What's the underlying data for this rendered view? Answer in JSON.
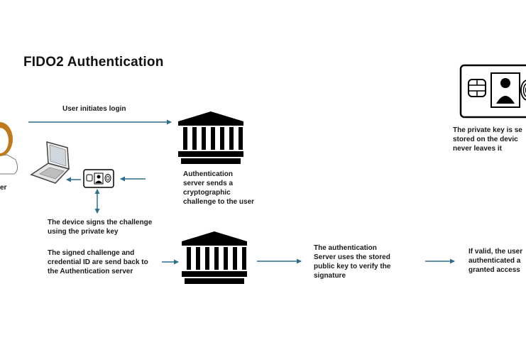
{
  "title": "FIDO2 Authentication",
  "labels": {
    "user_partial": "er",
    "user_initiates": "User initiates login",
    "server_sends": "Authentication\nserver sends a\ncryptographic\nchallenge to the user",
    "device_signs": "The device signs the challenge\nusing the private key",
    "signed_sent": "The signed challenge and\ncredential ID are send back to\nthe Authentication server",
    "server_verifies": "The authentication\nServer uses the stored\npublic key to verify the\nsignature",
    "if_valid": "If valid, the user\nauthenticated a\ngranted access",
    "private_key": "The private key is se\nstored on the devic\nnever leaves it"
  },
  "colors": {
    "arrow": "#2e6f8e",
    "icon": "#000000",
    "face_ring": "#c07a1c",
    "face_fill": "#ffffff"
  },
  "icons": [
    "user-avatar-icon",
    "laptop-icon",
    "security-key-card-icon",
    "bank-server-icon",
    "fingerprint-icon",
    "chip-icon",
    "person-icon"
  ]
}
